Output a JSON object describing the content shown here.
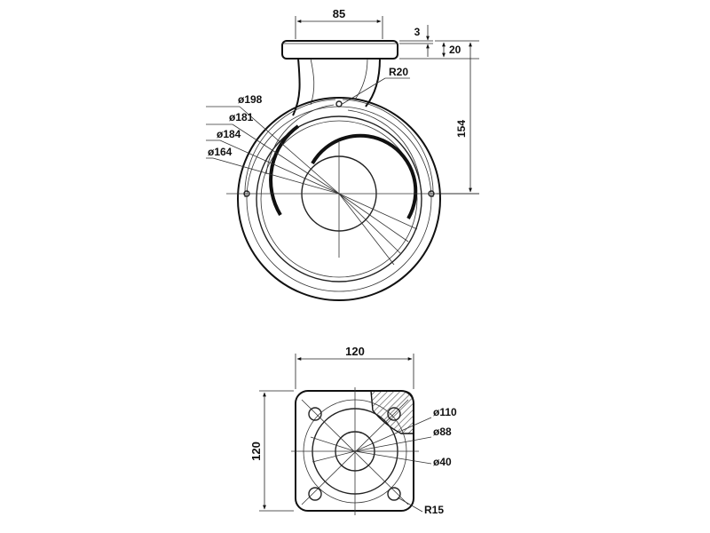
{
  "top_view": {
    "dim_flange_width": "85",
    "dim_flange_thk": "3",
    "dim_flange_h": "20",
    "dim_height": "154",
    "radius_label": "R20",
    "dia_labels": [
      "ø198",
      "ø181",
      "ø184",
      "ø164"
    ]
  },
  "bottom_view": {
    "dim_width": "120",
    "dim_height": "120",
    "dia_labels": [
      "ø110",
      "ø88",
      "ø40"
    ],
    "corner_radius": "R15"
  },
  "colors": {
    "line": "#111111",
    "hatch": "#555555",
    "background": "#ffffff"
  }
}
